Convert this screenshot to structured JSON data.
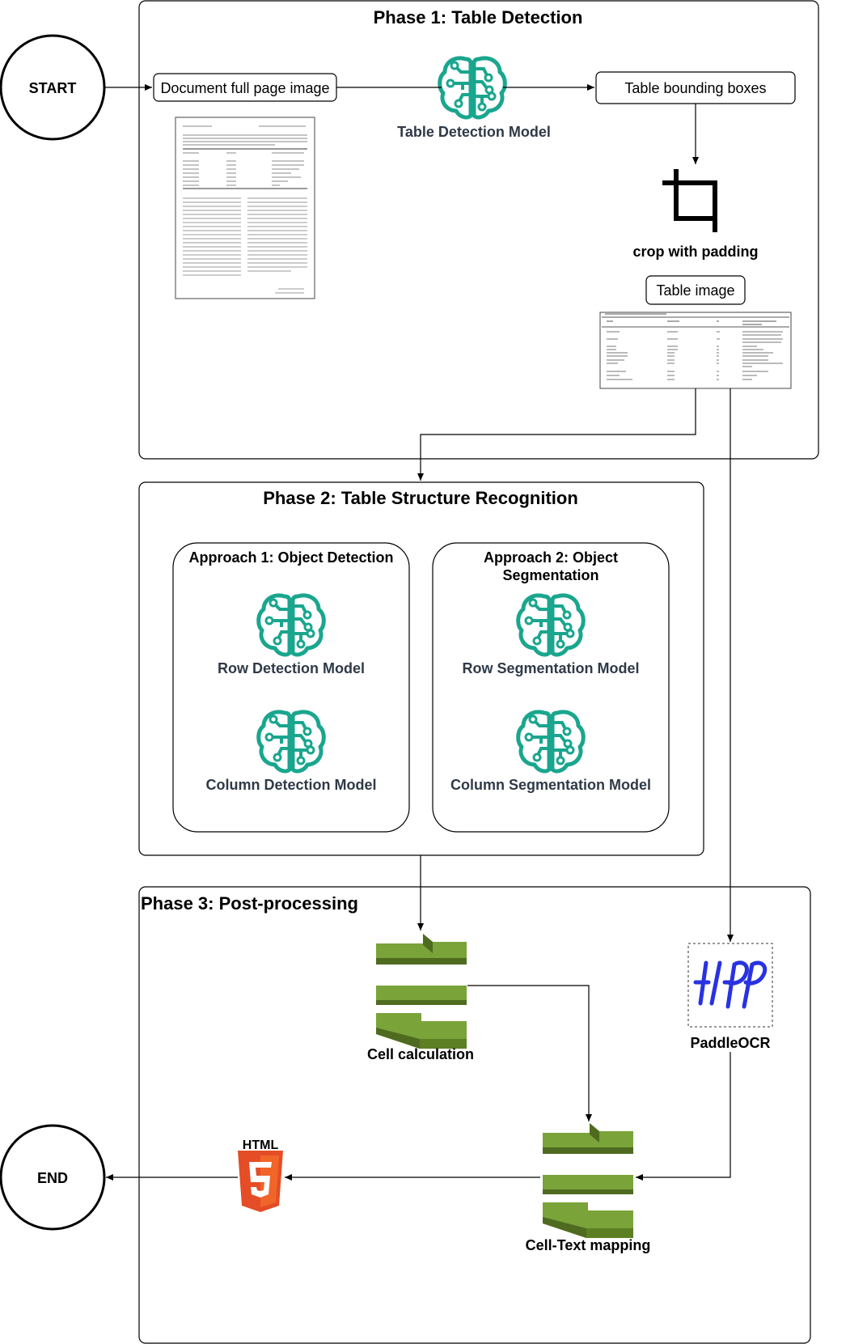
{
  "terminals": {
    "start": "START",
    "end": "END"
  },
  "phase1": {
    "title": "Phase 1: Table Detection",
    "doc_image_label": "Document full page image",
    "model_label": "Table Detection Model",
    "bbox_label": "Table bounding boxes",
    "crop_label": "crop with padding",
    "table_image_label": "Table image"
  },
  "phase2": {
    "title": "Phase 2: Table Structure Recognition",
    "approach1": {
      "title": "Approach 1: Object Detection",
      "row_model": "Row Detection Model",
      "col_model": "Column Detection Model"
    },
    "approach2": {
      "title_line1": "Approach 2: Object",
      "title_line2": "Segmentation",
      "row_model": "Row Segmentation Model",
      "col_model": "Column Segmentation Model"
    }
  },
  "phase3": {
    "title": "Phase 3: Post-processing",
    "cell_calc_label": "Cell calculation",
    "ocr_label": "PaddleOCR",
    "mapping_label": "Cell-Text mapping",
    "html_label": "HTML"
  },
  "colors": {
    "model_icon": "#1aa68e",
    "model_text": "#2f3a48",
    "aws_green_dark": "#4f6b1f",
    "aws_green_light": "#7aa33a",
    "paddle_blue": "#2932e1",
    "html_orange": "#e44d26"
  },
  "icons": [
    "brain-icon",
    "crop-icon",
    "aws-stack-icon",
    "paddle-logo-icon",
    "html5-icon"
  ]
}
